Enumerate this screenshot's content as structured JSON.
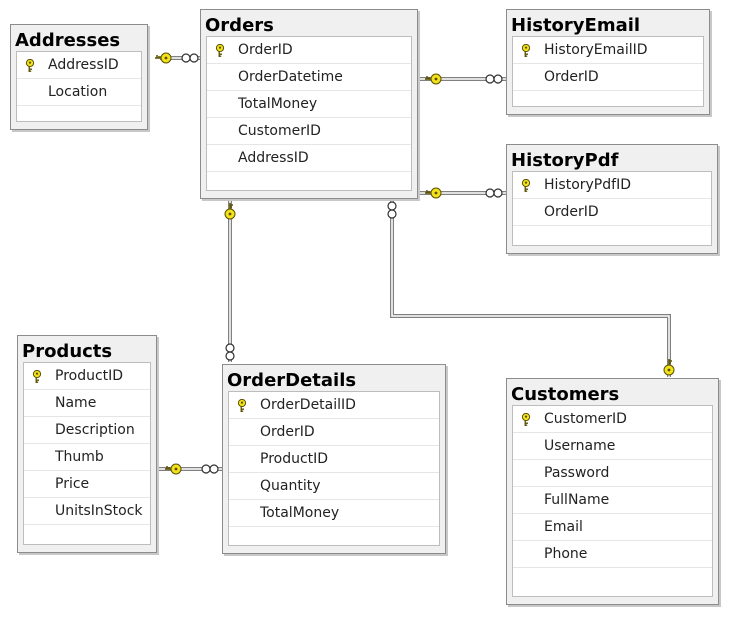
{
  "tables": {
    "addresses": {
      "title": "Addresses",
      "columns": [
        "AddressID",
        "Location"
      ],
      "pk": [
        "AddressID"
      ]
    },
    "orders": {
      "title": "Orders",
      "columns": [
        "OrderID",
        "OrderDatetime",
        "TotalMoney",
        "CustomerID",
        "AddressID"
      ],
      "pk": [
        "OrderID"
      ]
    },
    "historyemail": {
      "title": "HistoryEmail",
      "columns": [
        "HistoryEmailID",
        "OrderID"
      ],
      "pk": [
        "HistoryEmailID"
      ]
    },
    "historypdf": {
      "title": "HistoryPdf",
      "columns": [
        "HistoryPdfID",
        "OrderID"
      ],
      "pk": [
        "HistoryPdfID"
      ]
    },
    "products": {
      "title": "Products",
      "columns": [
        "ProductID",
        "Name",
        "Description",
        "Thumb",
        "Price",
        "UnitsInStock"
      ],
      "pk": [
        "ProductID"
      ]
    },
    "orderdetails": {
      "title": "OrderDetails",
      "columns": [
        "OrderDetailID",
        "OrderID",
        "ProductID",
        "Quantity",
        "TotalMoney"
      ],
      "pk": [
        "OrderDetailID"
      ]
    },
    "customers": {
      "title": "Customers",
      "columns": [
        "CustomerID",
        "Username",
        "Password",
        "FullName",
        "Email",
        "Phone"
      ],
      "pk": [
        "CustomerID"
      ]
    }
  },
  "relationships": [
    {
      "one": "addresses",
      "many": "orders"
    },
    {
      "one": "orders",
      "many": "historyemail"
    },
    {
      "one": "orders",
      "many": "historypdf"
    },
    {
      "one": "orders",
      "many": "orderdetails"
    },
    {
      "one": "customers",
      "many": "orders"
    },
    {
      "one": "products",
      "many": "orderdetails"
    }
  ],
  "colors": {
    "key_icon": "#f2e21a",
    "key_outline": "#5a5000",
    "connector": "#808080"
  }
}
